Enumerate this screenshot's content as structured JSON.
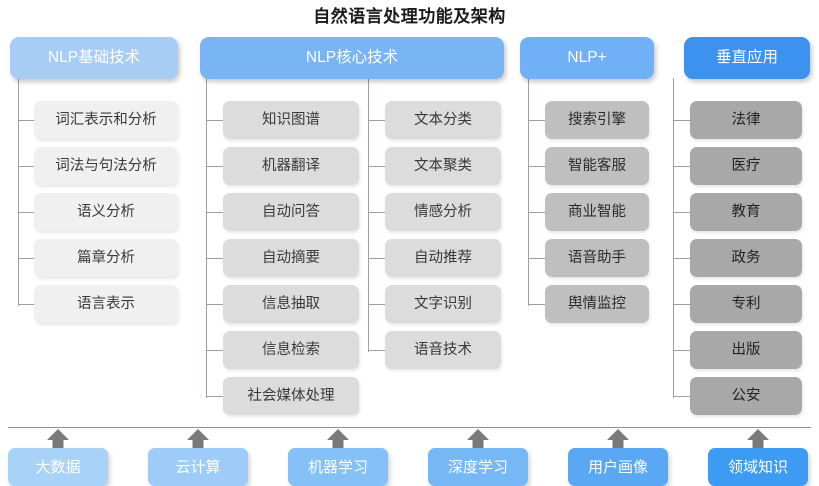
{
  "title": "自然语言处理功能及架构",
  "columns": [
    {
      "id": "nlp-basic",
      "header": "NLP基础技术",
      "header_color": "#a8cdf5",
      "leaf_color": "#f0f0f0",
      "items": [
        "词汇表示和分析",
        "词法与句法分析",
        "语义分析",
        "篇章分析",
        "语言表示"
      ]
    },
    {
      "id": "nlp-core",
      "header": "NLP核心技术",
      "header_color": "#79b4f4",
      "leaf_color": "#dcdcdc",
      "items": [
        "知识图谱",
        "机器翻译",
        "自动问答",
        "自动摘要",
        "信息抽取",
        "信息检索",
        "社会媒体处理"
      ]
    },
    {
      "id": "nlp-core-b",
      "header": "",
      "header_color": "#79b4f4",
      "leaf_color": "#dcdcdc",
      "items": [
        "文本分类",
        "文本聚类",
        "情感分析",
        "自动推荐",
        "文字识别",
        "语音技术"
      ]
    },
    {
      "id": "nlp-plus",
      "header": "NLP+",
      "header_color": "#70b0f6",
      "leaf_color": "#bfbfbf",
      "items": [
        "搜索引擎",
        "智能客服",
        "商业智能",
        "语音助手",
        "舆情监控"
      ]
    },
    {
      "id": "vertical-app",
      "header": "垂直应用",
      "header_color": "#3d91ef",
      "leaf_color": "#a8a8a8",
      "items": [
        "法律",
        "医疗",
        "教育",
        "政务",
        "专利",
        "出版",
        "公安"
      ]
    }
  ],
  "foundation": {
    "items": [
      {
        "label": "大数据",
        "color": "#a8d2f7"
      },
      {
        "label": "云计算",
        "color": "#9cccf7"
      },
      {
        "label": "机器学习",
        "color": "#85c0f6"
      },
      {
        "label": "深度学习",
        "color": "#76b7f6"
      },
      {
        "label": "用户画像",
        "color": "#5aa8f4"
      },
      {
        "label": "领域知识",
        "color": "#3d9bf4"
      }
    ],
    "arrow_color": "#7a7a7a"
  },
  "divider_color": "#8e9499",
  "connector_color": "#9aa0a6"
}
